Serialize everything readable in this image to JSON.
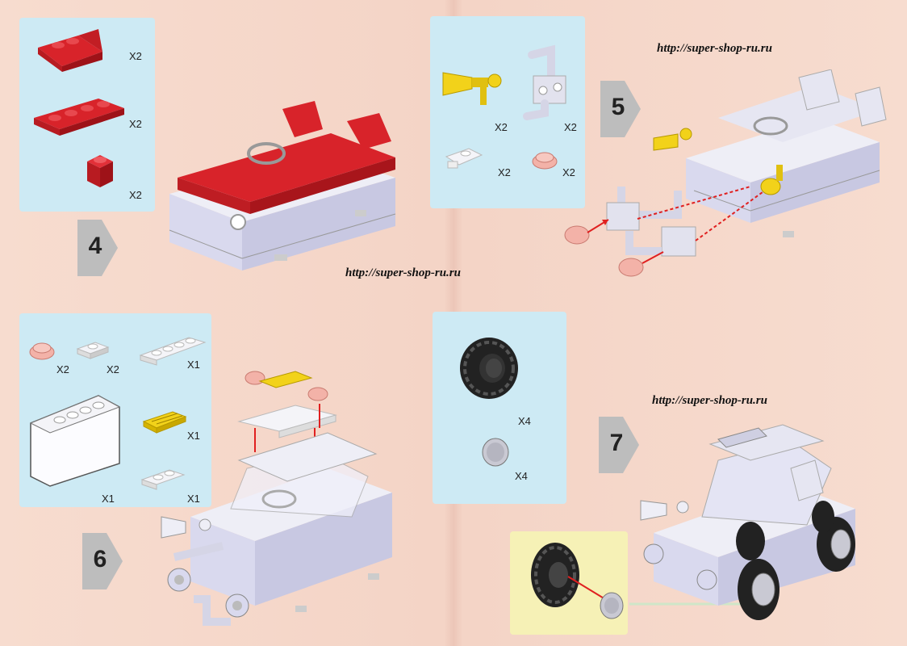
{
  "urls": {
    "top_right": "http://super-shop-ru.ru",
    "middle": "http://super-shop-ru.ru",
    "bottom_right": "http://super-shop-ru.ru"
  },
  "steps": {
    "s4": "4",
    "s5": "5",
    "s6": "6",
    "s7": "7"
  },
  "step4_parts": [
    "X2",
    "X2",
    "X2"
  ],
  "step5_parts": [
    "X2",
    "X2",
    "X2",
    "X2"
  ],
  "step6_parts": [
    "X2",
    "X2",
    "X1",
    "X1",
    "X1",
    "X1"
  ],
  "step7_parts": [
    "X4",
    "X4"
  ],
  "colors": {
    "background": "#f6d9cc",
    "panel_blue": "#cdeaf4",
    "panel_yellow": "#f6f1b6",
    "brick_red": "#d8232a",
    "brick_white": "#eeeef6",
    "brick_lavender": "#d9d9ee",
    "brick_yellow": "#f2d21a",
    "arrow_red": "#e02020",
    "tire_black": "#222222"
  }
}
